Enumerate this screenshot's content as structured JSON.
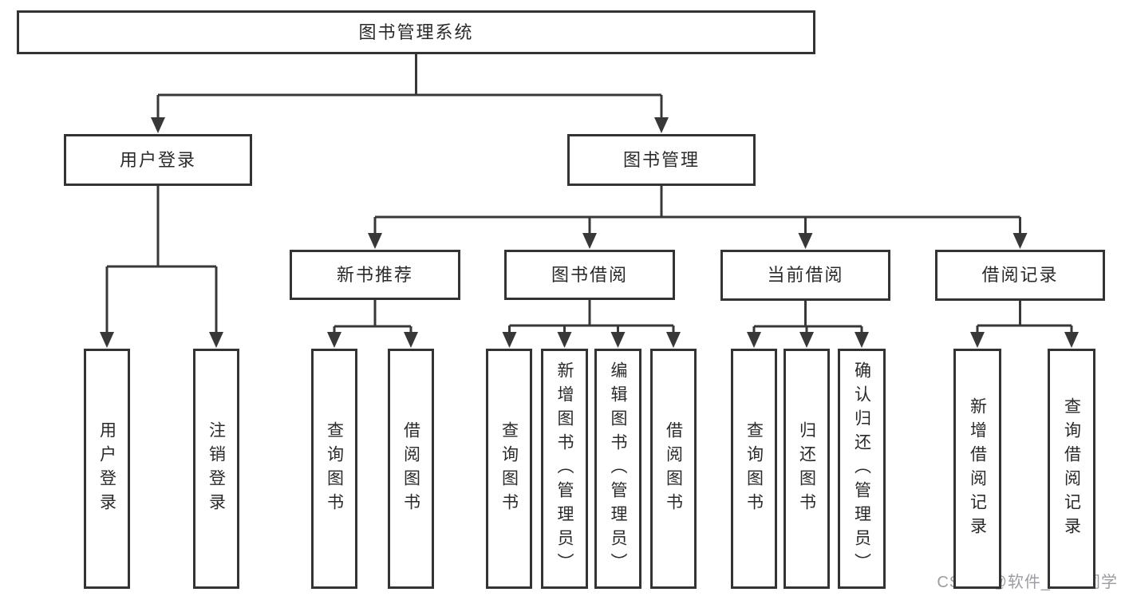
{
  "diagram": {
    "title": "图书管理系统",
    "nodes": [
      {
        "id": "system-root",
        "label": "图书管理系统",
        "level": 1,
        "parent": null
      },
      {
        "id": "user-login",
        "label": "用户登录",
        "level": 2,
        "parent": "system-root"
      },
      {
        "id": "book-management",
        "label": "图书管理",
        "level": 2,
        "parent": "system-root"
      },
      {
        "id": "new-book-recommend",
        "label": "新书推荐",
        "level": 3,
        "parent": "book-management"
      },
      {
        "id": "book-borrowing",
        "label": "图书借阅",
        "level": 3,
        "parent": "book-management"
      },
      {
        "id": "current-borrowing",
        "label": "当前借阅",
        "level": 3,
        "parent": "book-management"
      },
      {
        "id": "borrowing-records",
        "label": "借阅记录",
        "level": 3,
        "parent": "book-management"
      },
      {
        "id": "user-login-action",
        "label": "用户登录",
        "level": 4,
        "parent": "user-login"
      },
      {
        "id": "logout-action",
        "label": "注销登录",
        "level": 4,
        "parent": "user-login"
      },
      {
        "id": "query-books-recommend",
        "label": "查询图书",
        "level": 4,
        "parent": "new-book-recommend"
      },
      {
        "id": "borrow-books-recommend",
        "label": "借阅图书",
        "level": 4,
        "parent": "new-book-recommend"
      },
      {
        "id": "query-books-borrowing",
        "label": "查询图书",
        "level": 4,
        "parent": "book-borrowing"
      },
      {
        "id": "add-books-admin",
        "label": "新增图书（管理员）",
        "level": 4,
        "parent": "book-borrowing"
      },
      {
        "id": "edit-books-admin",
        "label": "编辑图书（管理员）",
        "level": 4,
        "parent": "book-borrowing"
      },
      {
        "id": "borrow-books-borrowing",
        "label": "借阅图书",
        "level": 4,
        "parent": "book-borrowing"
      },
      {
        "id": "query-books-current",
        "label": "查询图书",
        "level": 4,
        "parent": "current-borrowing"
      },
      {
        "id": "return-books",
        "label": "归还图书",
        "level": 4,
        "parent": "current-borrowing"
      },
      {
        "id": "confirm-return-admin",
        "label": "确认归还（管理员）",
        "level": 4,
        "parent": "current-borrowing"
      },
      {
        "id": "add-borrowing-record",
        "label": "新增借阅记录",
        "level": 4,
        "parent": "borrowing-records"
      },
      {
        "id": "query-borrowing-record",
        "label": "查询借阅记录",
        "level": 4,
        "parent": "borrowing-records"
      }
    ],
    "line_color": "#383838",
    "border_color": "#333333"
  },
  "watermark": {
    "text": "CSDN @软件_小贺同学"
  }
}
